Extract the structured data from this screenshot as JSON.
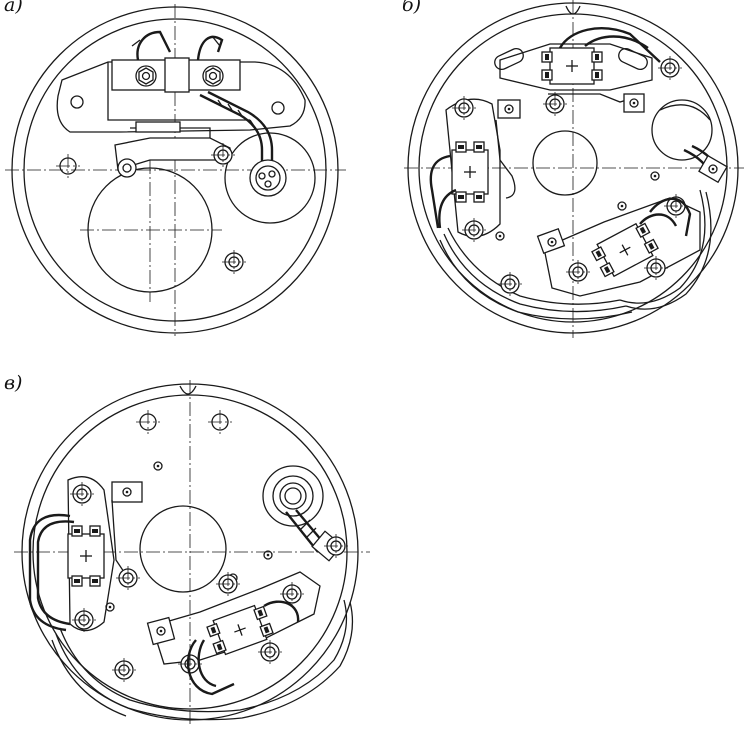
{
  "labels": {
    "a": "a)",
    "b": "б)",
    "c": "в)"
  }
}
